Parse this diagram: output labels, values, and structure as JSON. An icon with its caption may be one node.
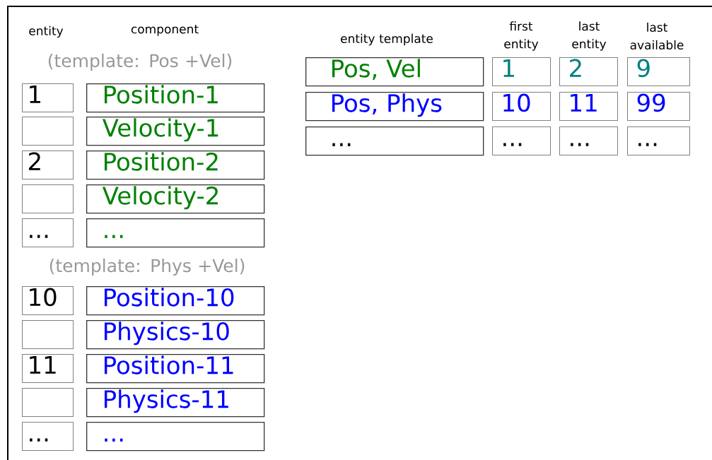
{
  "diagram": {
    "nodes": [
      {
        "text": [
          "1"
        ]
      },
      {
        "text": [
          "Position-1"
        ]
      },
      {
        "text": [],
        "shape": "box"
      },
      {
        "text": [
          "Velocity-1"
        ]
      },
      {
        "text": [
          "2"
        ]
      },
      {
        "text": [
          "Position-2"
        ]
      },
      {
        "text": [],
        "shape": "box"
      },
      {
        "text": [
          "Velocity-2"
        ]
      },
      {
        "text": [
          "..."
        ]
      },
      {
        "text": [
          "..."
        ]
      },
      {
        "text": [
          "10"
        ]
      },
      {
        "text": [
          "Position-10"
        ]
      },
      {
        "text": [],
        "shape": "box"
      },
      {
        "text": [
          "Physics-10"
        ]
      },
      {
        "text": [
          "11"
        ]
      },
      {
        "text": [
          "Position-11"
        ]
      },
      {
        "text": [],
        "shape": "box"
      },
      {
        "text": [
          "Physics-11"
        ]
      },
      {
        "text": [
          "..."
        ]
      },
      {
        "text": [
          "..."
        ]
      },
      {
        "text": [
          "Pos, Vel"
        ]
      },
      {
        "text": [
          "1"
        ]
      },
      {
        "text": [
          "2"
        ]
      },
      {
        "text": [
          "9"
        ]
      },
      {
        "text": [
          "Pos, Phys"
        ]
      },
      {
        "text": [
          "10"
        ]
      },
      {
        "text": [
          "11"
        ]
      },
      {
        "text": [
          "99"
        ]
      },
      {
        "text": [
          "..."
        ]
      },
      {
        "text": [
          "..."
        ]
      },
      {
        "text": [
          "..."
        ]
      },
      {
        "text": [
          "..."
        ]
      }
    ],
    "labels": [
      "entity",
      "component",
      "entity template",
      "first entity",
      "last entity",
      "last available",
      "(template: Pos +Vel)",
      "(template: Phys +Vel)"
    ]
  }
}
